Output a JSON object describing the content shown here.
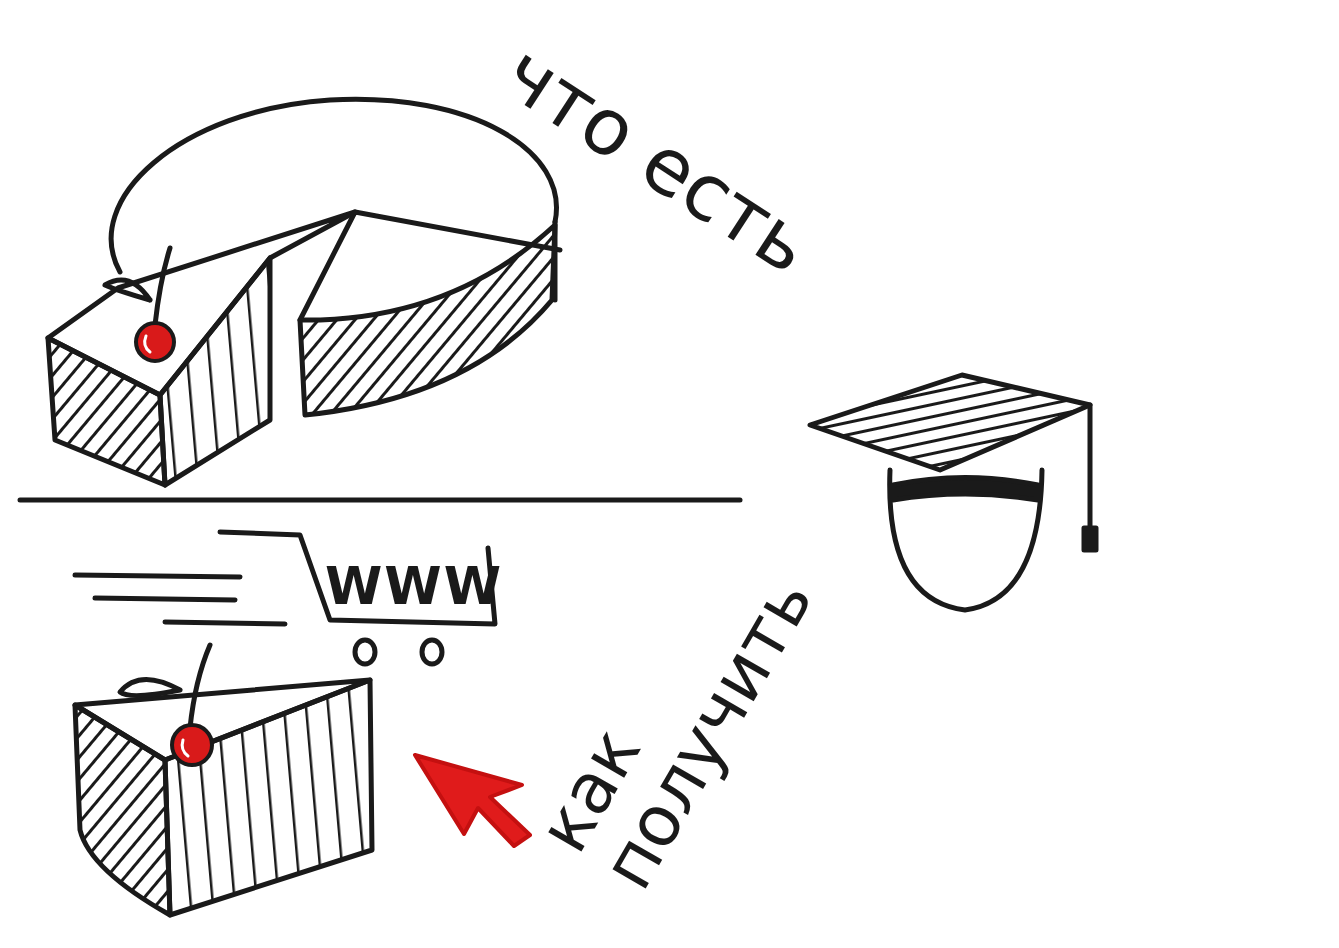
{
  "diagram": {
    "nodes": [
      {
        "text": [
          "WWW"
        ]
      }
    ],
    "labels": [
      "что есть",
      "как получить"
    ]
  }
}
